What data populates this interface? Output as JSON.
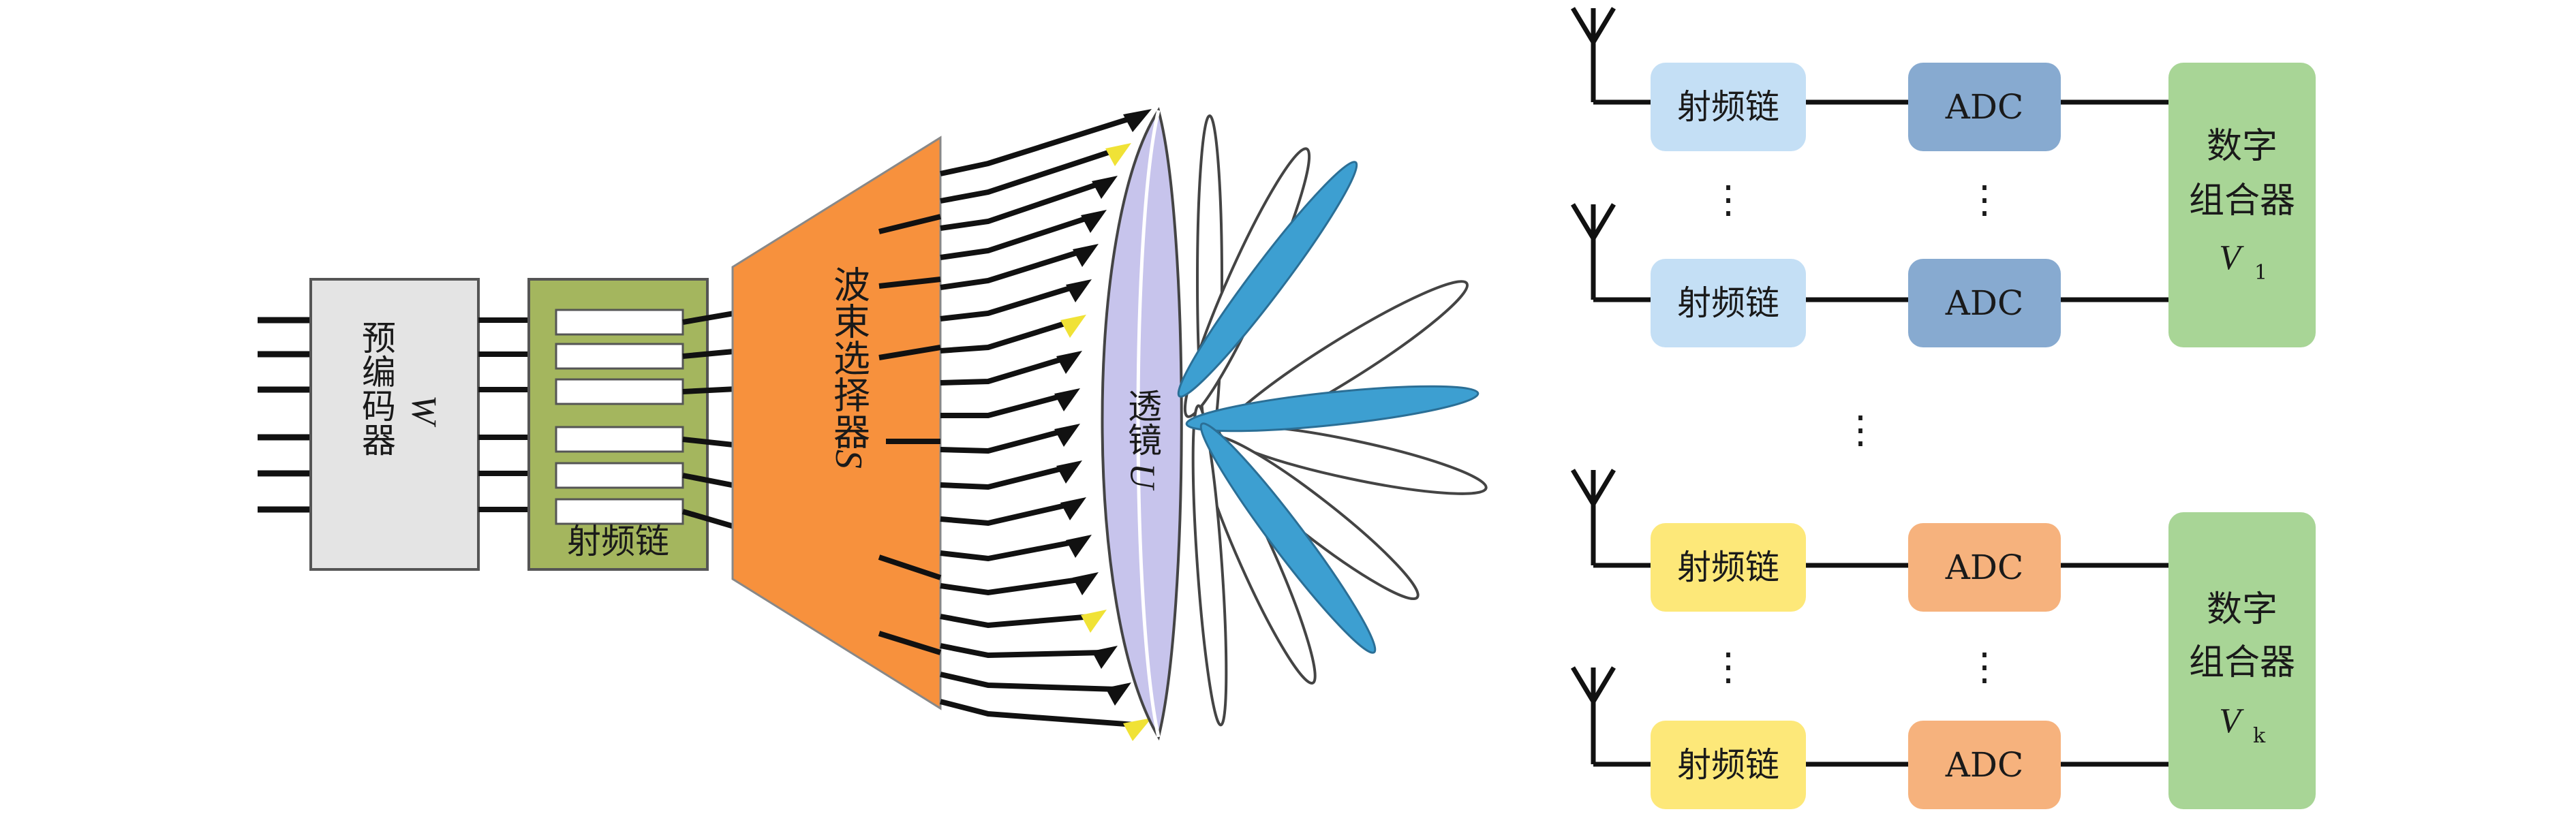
{
  "left_system": {
    "precoder": {
      "name": "预编码器",
      "symbol": "W"
    },
    "rf_chain_block": {
      "label": "射频链"
    },
    "beam_selector": {
      "name": "波束选择器",
      "symbol": "S"
    },
    "lens": {
      "name": "透镜",
      "symbol": "U"
    }
  },
  "right_system": {
    "rf_chain_label": "射频链",
    "adc_label": "ADC",
    "combiner_label_line1": "数字",
    "combiner_label_line2": "组合器",
    "combiner_symbol": "V",
    "combiner_1_subscript": "1",
    "combiner_k_subscript": "k",
    "ellipsis": "⋮"
  },
  "colors": {
    "precoder_fill": "#e4e4e4",
    "rf_block_fill": "#a4b65e",
    "beam_selector_fill": "#f7913d",
    "lens_fill": "#c7c4ec",
    "beam_blue": "#3d9fd1",
    "rf_top_group": "#c4dff5",
    "adc_top_group": "#87aad0",
    "combiner_fill": "#a8d596",
    "rf_bottom_group": "#fde879",
    "adc_bottom_group": "#f6b27d",
    "marker_yellow": "#f0e236"
  }
}
